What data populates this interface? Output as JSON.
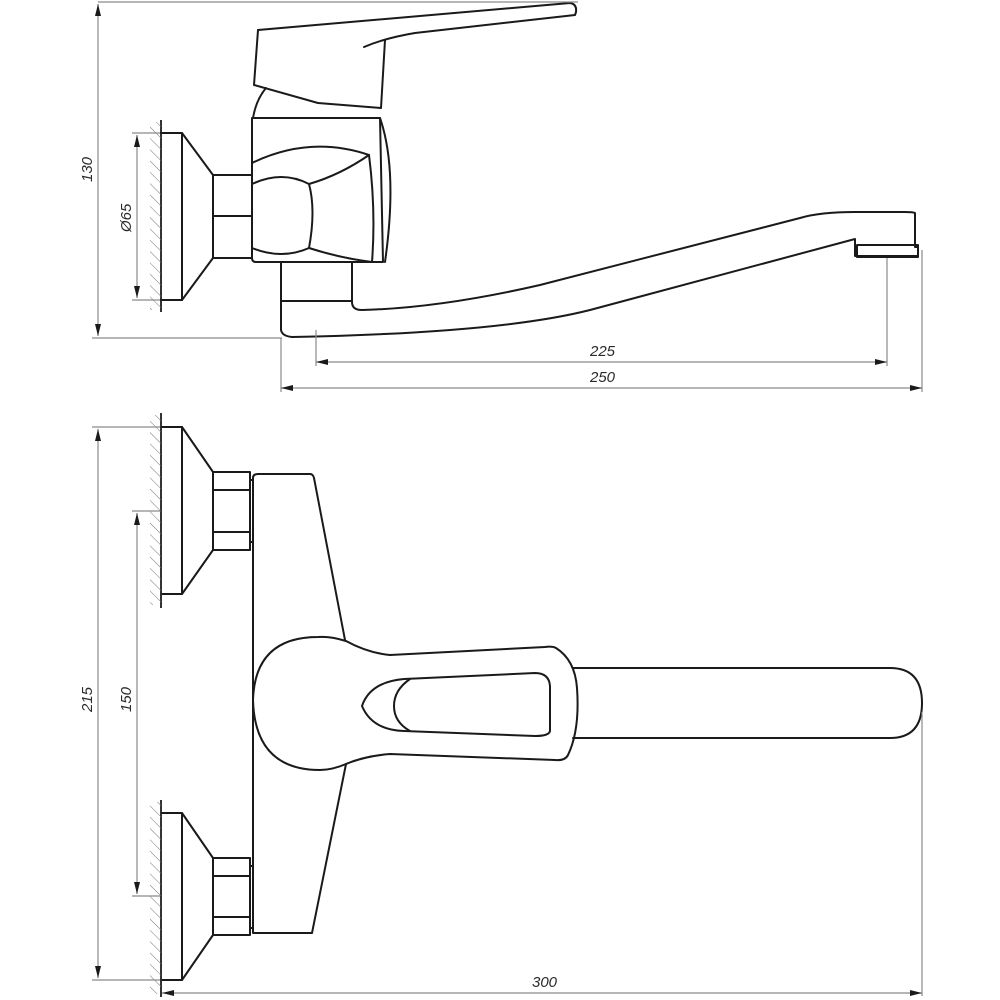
{
  "drawing": {
    "subject": "wall-mounted single-lever faucet",
    "views": [
      "side view",
      "top view"
    ],
    "stroke_color": "#1a1a1a",
    "dimension_color": "#8a8a8a",
    "background": "#ffffff"
  },
  "side_view": {
    "dimensions": {
      "height": "130",
      "mount_diameter": "Ø65",
      "spout_reach": "225",
      "overall_reach": "250"
    }
  },
  "top_view": {
    "dimensions": {
      "overall_height": "215",
      "inlet_spacing": "150",
      "overall_length": "300"
    }
  }
}
